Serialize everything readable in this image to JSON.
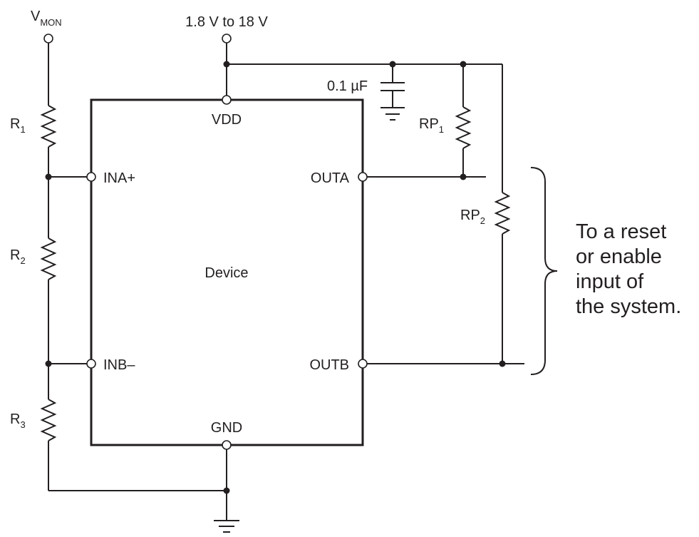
{
  "supply": {
    "vmon_main": "V",
    "vmon_sub": "MON",
    "vdd_range": "1.8 V to 18 V",
    "cap_value": "0.1 µF"
  },
  "resistors": {
    "r1_main": "R",
    "r1_sub": "1",
    "r2_main": "R",
    "r2_sub": "2",
    "r3_main": "R",
    "r3_sub": "3",
    "rp1_main": "RP",
    "rp1_sub": "1",
    "rp2_main": "RP",
    "rp2_sub": "2"
  },
  "device": {
    "name": "Device",
    "pins": {
      "vdd": "VDD",
      "gnd": "GND",
      "ina": "INA+",
      "inb": "INB–",
      "outa": "OUTA",
      "outb": "OUTB"
    }
  },
  "note": {
    "line1": "To a reset",
    "line2": "or enable",
    "line3": "input of",
    "line4": "the system."
  }
}
